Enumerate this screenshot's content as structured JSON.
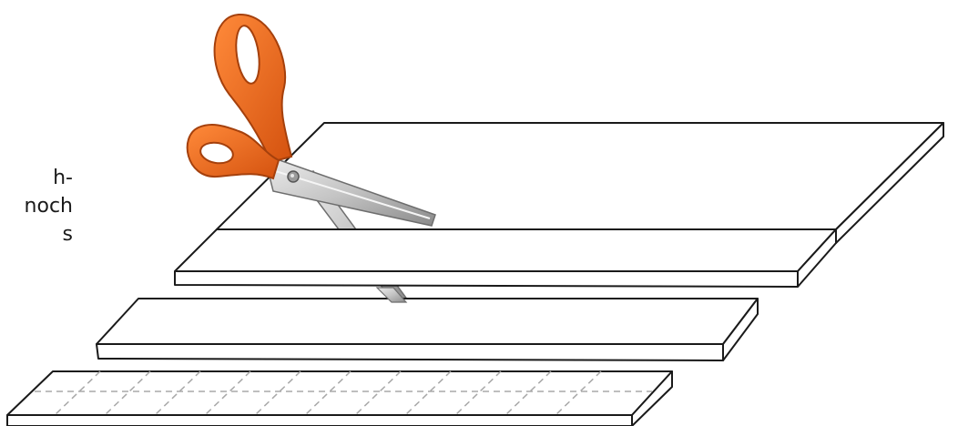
{
  "side_text": {
    "line1": "h-",
    "line2": "noch",
    "line3": "s"
  },
  "colors": {
    "scissor_handle": "#f26a1b",
    "scissor_handle_dark": "#b9470c",
    "blade": "#c9c9c9",
    "blade_dark": "#8d8d8d",
    "outline": "#1a1a1a",
    "fold_lines": "#a8a8a8"
  },
  "icons": [
    "scissors-icon"
  ]
}
